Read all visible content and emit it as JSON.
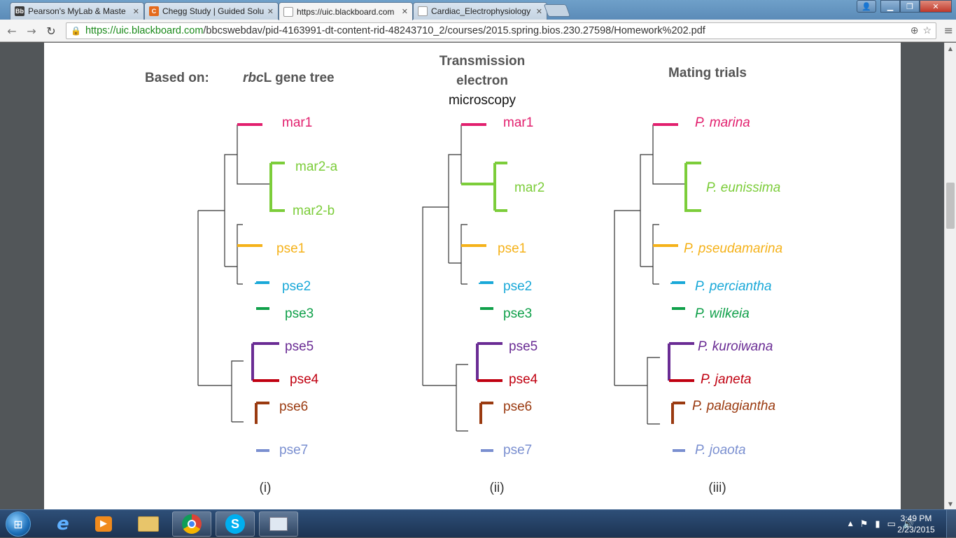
{
  "browser": {
    "tabs": [
      {
        "label": "Pearson's MyLab & Maste",
        "icon": "Bb",
        "icon_color": "#3a3a3a"
      },
      {
        "label": "Chegg Study | Guided Solu",
        "icon": "C",
        "icon_color": "#e46a1c"
      },
      {
        "label": "https://uic.blackboard.com",
        "icon": "",
        "icon_color": "#ffffff"
      },
      {
        "label": "Cardiac_Electrophysiology",
        "icon": "",
        "icon_color": "#ffffff"
      }
    ],
    "url_secure": "https://",
    "url_host": "uic.blackboard.com",
    "url_path": "/bbcswebdav/pid-4163991-dt-content-rid-48243710_2/courses/2015.spring.bios.230.27598/Homework%202.pdf"
  },
  "figure": {
    "based_on": "Based on:",
    "columns": [
      {
        "heading_italic": "rbc",
        "heading_rest": "L gene tree",
        "caption": "(i)",
        "leaves": [
          "mar1",
          "mar2-a",
          "mar2-b",
          "pse1",
          "pse2",
          "pse3",
          "pse5",
          "pse4",
          "pse6",
          "pse7"
        ]
      },
      {
        "heading_lines": [
          "Transmission",
          "electron",
          "microscopy"
        ],
        "caption": "(ii)",
        "leaves": [
          "mar1",
          "mar2",
          "pse1",
          "pse2",
          "pse3",
          "pse5",
          "pse4",
          "pse6",
          "pse7"
        ]
      },
      {
        "heading": "Mating trials",
        "caption": "(iii)",
        "leaves": [
          "P. marina",
          "P. eunissima",
          "P. pseudamarina",
          "P. perciantha",
          "P. wilkeia",
          "P. kuroiwana",
          "P. janeta",
          "P. palagiantha",
          "P. joaota"
        ]
      }
    ],
    "colors": {
      "mar1": "#e2206e",
      "mar2": "#7ccd3a",
      "pse1": "#f5b21a",
      "pse2": "#19a8d8",
      "pse3": "#10a04a",
      "pse5": "#6a2c94",
      "pse4": "#c00010",
      "pse6": "#9a3a10",
      "pse7": "#7a8fd0",
      "branch": "#333333"
    }
  },
  "taskbar": {
    "time": "3:49 PM",
    "date": "2/23/2015"
  }
}
